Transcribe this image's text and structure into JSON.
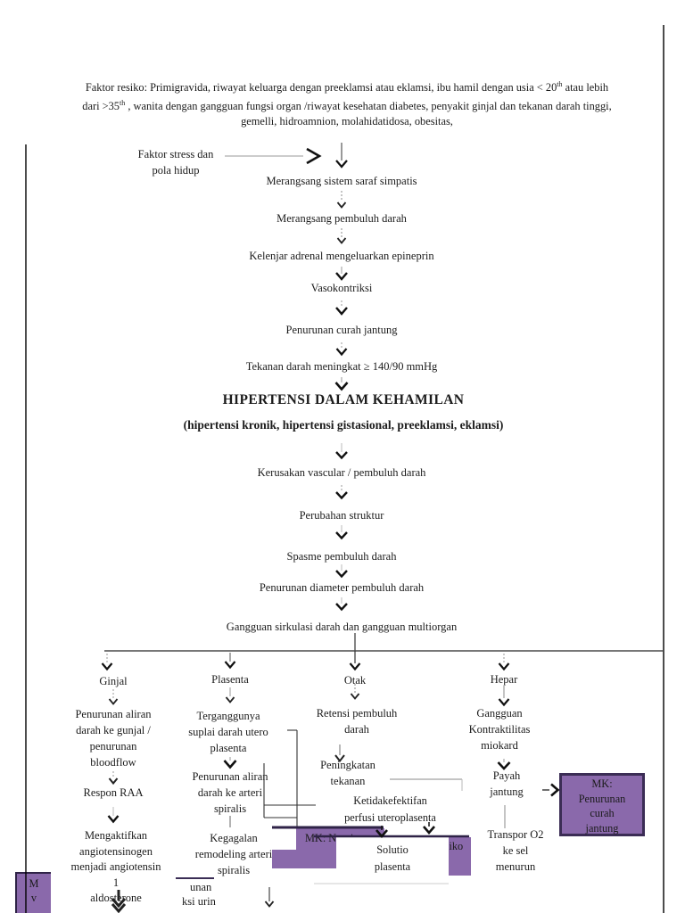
{
  "paragraph": {
    "part1": "Faktor resiko: Primigravida, riwayat keluarga dengan preeklamsi atau eklamsi, ibu hamil dengan usia < 20",
    "sup1": "th",
    "part2": " atau lebih dari >35",
    "sup2": "th",
    "part3": " , wanita dengan gangguan fungsi organ /riwayat kesehatan diabetes, penyakit ginjal dan tekanan darah tinggi, gemelli, hidroamnion, molahidatidosa, obesitas,"
  },
  "flow": {
    "faktor_stress": "Faktor stress dan\npola hidup",
    "merangsang_saraf": "Merangsang sistem saraf simpatis",
    "merangsang_pembuluh": "Merangsang pembuluh darah",
    "kelenjar_adrenal": "Kelenjar adrenal mengeluarkan epineprin",
    "vasokontriksi": "Vasokontriksi",
    "penurunan_curah": "Penurunan curah jantung",
    "tekanan_darah": "Tekanan darah meningkat ≥ 140/90 mmHg",
    "title": "HIPERTENSI DALAM KEHAMILAN",
    "subtitle": "(hipertensi kronik, hipertensi gistasional, preeklamsi, eklamsi)",
    "kerusakan": "Kerusakan vascular / pembuluh darah",
    "perubahan": "Perubahan struktur",
    "spasme": "Spasme pembuluh darah",
    "diameter": "Penurunan diameter pembuluh darah",
    "gangguan_sirkulasi": "Gangguan sirkulasi darah dan gangguan multiorgan"
  },
  "branches": {
    "ginjal": {
      "label": "Ginjal",
      "n1": "Penurunan aliran\ndarah ke gunjal /\npenurunan\nbloodflow",
      "n2": "Respon RAA",
      "n3": "Mengaktifkan\nangiotensinogen\nmenjadi angiotensin\n1\naldosterone"
    },
    "plasenta": {
      "label": "Plasenta",
      "n1": "Terganggunya\nsuplai darah utero\nplasenta",
      "n2": "Penurunan aliran\ndarah ke arteri\nspiralis",
      "n3": "Kegagalan\nremodeling arteri\nspiralis"
    },
    "otak": {
      "label": "Otak",
      "n1": "Retensi pembuluh\ndarah",
      "n2": "Peningkatan\ntekanan\nIntrakranial"
    },
    "hepar": {
      "label": "Hepar",
      "n1": "Gangguan\nKontraktilitas\nmiokard",
      "n2": "Payah\njantung",
      "n3": "Transpor O2\nke sel\nmenurun"
    }
  },
  "boxes": {
    "ketidakefektifan": "Ketidakefektifan\nperfusi uteroplasenta",
    "mk_nyeri": "MK: Nyeri",
    "solutio": "Solutio\nplasenta",
    "resiko": "Resiko",
    "mk_curah": "MK:\nPenurunan\ncurah\njantung",
    "clipped_left": "M\nv"
  },
  "fragments": {
    "f1": "unan",
    "f2": "ksi urin"
  },
  "colors": {
    "box_purple": "#8a69ab",
    "box_border_dark": "#2f2347",
    "text": "#1b1b1b"
  }
}
